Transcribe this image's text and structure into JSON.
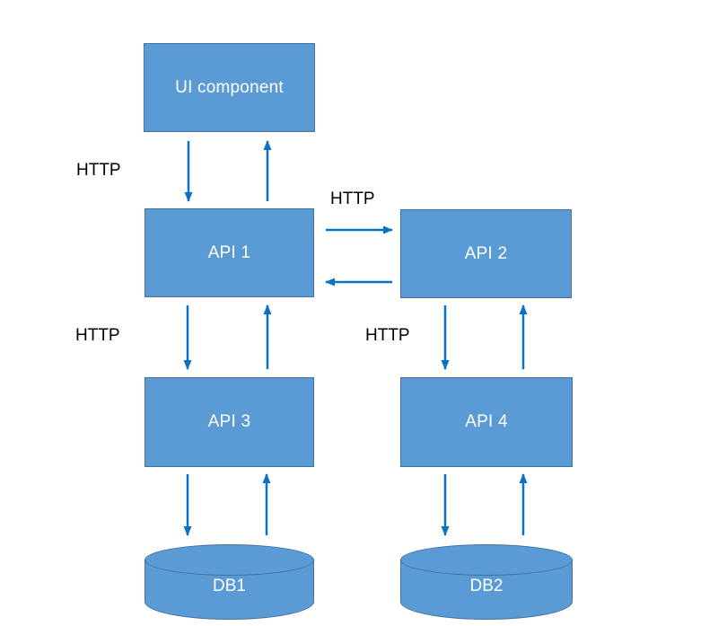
{
  "colors": {
    "node_fill": "#5b9bd5",
    "node_border": "#41719c",
    "arrow": "#0d71c2",
    "node_text": "#ffffff",
    "label_text": "#000000",
    "background": "#ffffff"
  },
  "nodes": {
    "ui_component": {
      "label": "UI component",
      "type": "box"
    },
    "api1": {
      "label": "API 1",
      "type": "box"
    },
    "api2": {
      "label": "API 2",
      "type": "box"
    },
    "api3": {
      "label": "API 3",
      "type": "box"
    },
    "api4": {
      "label": "API 4",
      "type": "box"
    },
    "db1": {
      "label": "DB1",
      "type": "cylinder"
    },
    "db2": {
      "label": "DB2",
      "type": "cylinder"
    }
  },
  "edge_labels": {
    "ui_api1": "HTTP",
    "api1_api2": "HTTP",
    "api1_api3": "HTTP",
    "api2_api4": "HTTP"
  },
  "edges": [
    {
      "from": "UI component",
      "to": "API 1",
      "label": "HTTP",
      "bidirectional": true
    },
    {
      "from": "API 1",
      "to": "API 2",
      "label": "HTTP",
      "bidirectional": true
    },
    {
      "from": "API 1",
      "to": "API 3",
      "label": "HTTP",
      "bidirectional": true
    },
    {
      "from": "API 2",
      "to": "API 4",
      "label": "HTTP",
      "bidirectional": true
    },
    {
      "from": "API 3",
      "to": "DB1",
      "label": "",
      "bidirectional": true
    },
    {
      "from": "API 4",
      "to": "DB2",
      "label": "",
      "bidirectional": true
    }
  ]
}
